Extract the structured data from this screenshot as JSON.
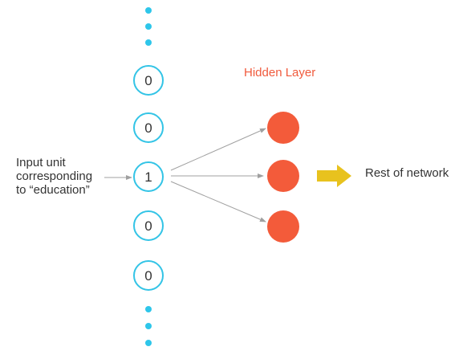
{
  "hidden_layer": {
    "title": "Hidden Layer",
    "title_color": "#f05a3c",
    "node_color": "#f35b3a",
    "node_count": 3
  },
  "input_column": {
    "units": [
      "0",
      "0",
      "1",
      "0",
      "0"
    ],
    "circle_color": "#33c4e6",
    "dot_color": "#2ec6ea"
  },
  "input_label": {
    "lines": [
      "Input unit",
      "corresponding",
      "to “education”"
    ]
  },
  "output": {
    "label": "Rest of network",
    "arrow_color": "#e8c21e"
  },
  "edge_color": "#a0a0a0"
}
